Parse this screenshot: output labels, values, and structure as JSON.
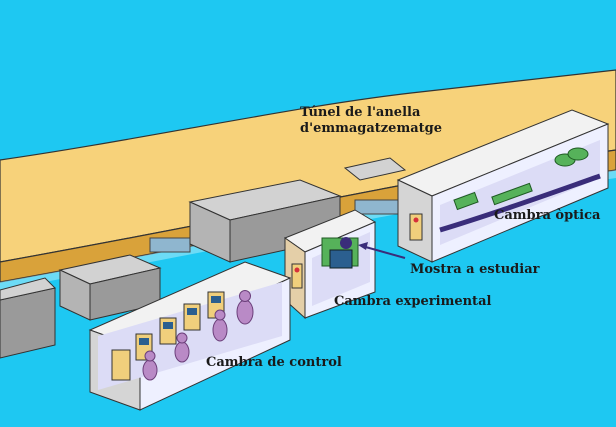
{
  "labels": {
    "tunnel_line1": "Túnel de l'anella",
    "tunnel_line2": "d'emmagatzematge",
    "optics": "Cambra òptica",
    "sample": "Mostra a estudiar",
    "experimental": "Cambra experimental",
    "control": "Cambra de control"
  },
  "colors": {
    "sky": "#1ec8f2",
    "tunnel_top": "#f7d27a",
    "tunnel_side": "#d9a23a",
    "block_top": "#d2d2d2",
    "block_side": "#9a9a9a",
    "room_floor": "#eef0ff",
    "room_wall": "#dcdcf6",
    "people": "#b98ac6",
    "equipment": "#f0cf7c",
    "beamline": "#6a3fa5",
    "magnet": "#56b25a"
  }
}
